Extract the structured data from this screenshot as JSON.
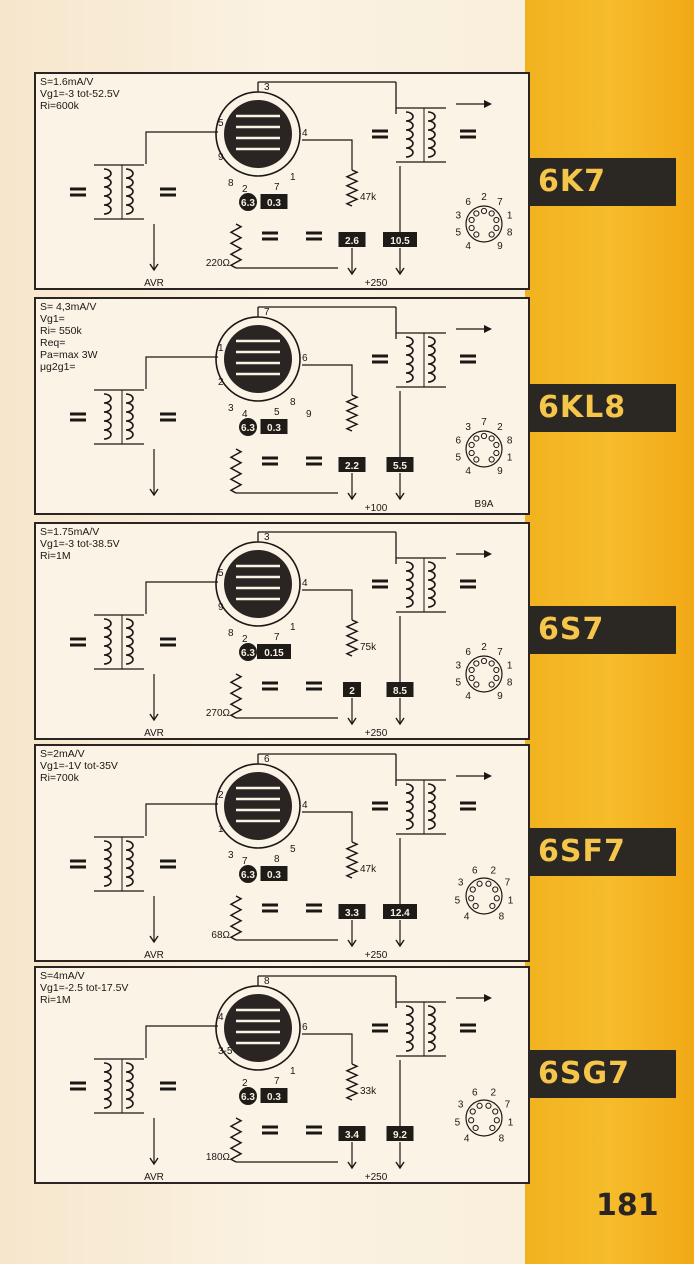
{
  "page_number": "181",
  "tubes": [
    {
      "tag": "6K7",
      "specs": [
        "S=1.6mA/V",
        "Vg1=-3 tot-52.5V",
        "Ri=600k"
      ],
      "pins": {
        "top": "3",
        "grid_left": "5",
        "left_low": "9",
        "right": "4",
        "heater_a": "8",
        "heater_b": "2",
        "heater_c": "7",
        "heater_d": "1"
      },
      "heater_v": "6.3",
      "heater_i": "0.3",
      "r_anode": "47k",
      "r_cathode": "220Ω",
      "v_screen": "2.6",
      "v_anode": "10.5",
      "supply": "+250",
      "agc": "AVR",
      "socket_pins": [
        "4",
        "5",
        "3",
        "6",
        "2",
        "7",
        "1",
        "8",
        "9"
      ],
      "socket_base": ""
    },
    {
      "tag": "6KL8",
      "specs": [
        "S= 4,3mA/V",
        "Vg1=",
        "Ri= 550k",
        "Req=",
        "Pa=max 3W",
        "μg2g1="
      ],
      "pins": {
        "top": "7",
        "grid_left": "1",
        "left_low": "2",
        "right": "6",
        "heater_a": "3",
        "heater_b": "4",
        "heater_c": "5",
        "heater_d": "8",
        "extra": "9"
      },
      "heater_v": "6.3",
      "heater_i": "0.3",
      "r_anode": "",
      "r_cathode": "",
      "v_screen": "2.2",
      "v_anode": "5.5",
      "supply": "+100",
      "agc": "",
      "socket_pins": [
        "4",
        "5",
        "6",
        "3",
        "7",
        "2",
        "8",
        "1",
        "9"
      ],
      "socket_base": "B9A"
    },
    {
      "tag": "6S7",
      "specs": [
        "S=1.75mA/V",
        "Vg1=-3 tot-38.5V",
        "Ri=1M"
      ],
      "pins": {
        "top": "3",
        "grid_left": "5",
        "left_low": "9",
        "right": "4",
        "heater_a": "8",
        "heater_b": "2",
        "heater_c": "7",
        "heater_d": "1"
      },
      "heater_v": "6.3",
      "heater_i": "0.15",
      "r_anode": "75k",
      "r_cathode": "270Ω",
      "v_screen": "2",
      "v_anode": "8.5",
      "supply": "+250",
      "agc": "AVR",
      "socket_pins": [
        "4",
        "5",
        "3",
        "6",
        "2",
        "7",
        "1",
        "8",
        "9"
      ],
      "socket_base": ""
    },
    {
      "tag": "6SF7",
      "specs": [
        "S=2mA/V",
        "Vg1=-1V tot-35V",
        "Ri=700k"
      ],
      "pins": {
        "top": "6",
        "grid_left": "2",
        "left_low": "1",
        "right": "4",
        "heater_a": "3",
        "heater_b": "7",
        "heater_c": "8",
        "heater_d": "5"
      },
      "heater_v": "6.3",
      "heater_i": "0.3",
      "r_anode": "47k",
      "r_cathode": "68Ω",
      "v_screen": "3.3",
      "v_anode": "12.4",
      "supply": "+250",
      "agc": "AVR",
      "socket_pins": [
        "4",
        "5",
        "3",
        "6",
        "2",
        "7",
        "1",
        "8"
      ],
      "socket_base": ""
    },
    {
      "tag": "6SG7",
      "specs": [
        "S=4mA/V",
        "Vg1=-2.5 tot-17.5V",
        "Ri=1M"
      ],
      "pins": {
        "top": "8",
        "grid_left": "4",
        "left_low": "3-5",
        "right": "6",
        "heater_a": "",
        "heater_b": "2",
        "heater_c": "7",
        "heater_d": "1"
      },
      "heater_v": "6.3",
      "heater_i": "0.3",
      "r_anode": "33k",
      "r_cathode": "180Ω",
      "v_screen": "3.4",
      "v_anode": "9.2",
      "supply": "+250",
      "agc": "AVR",
      "socket_pins": [
        "4",
        "5",
        "3",
        "6",
        "2",
        "7",
        "1",
        "8"
      ],
      "socket_base": ""
    }
  ]
}
